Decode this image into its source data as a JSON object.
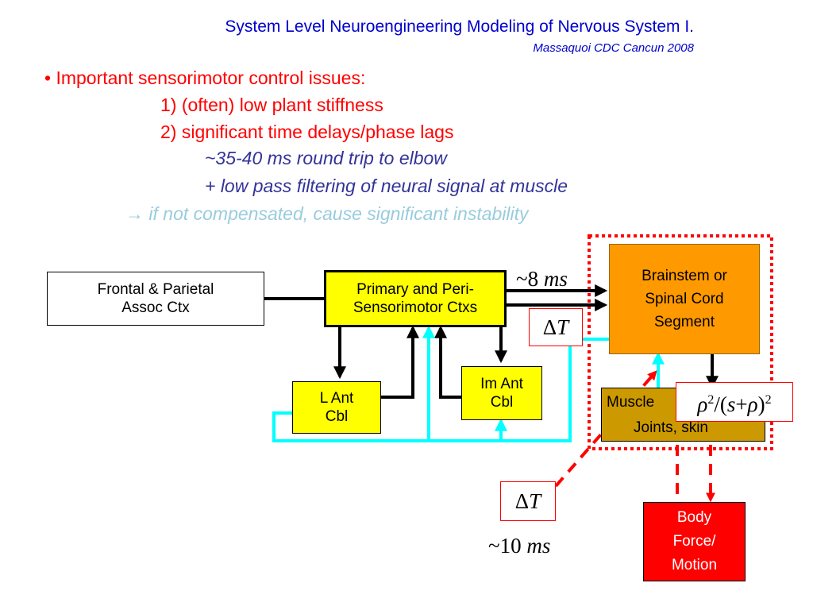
{
  "slide": {
    "title": "System Level Neuroengineering Modeling of Nervous System  I.",
    "subtitle": "Massaquoi   CDC Cancun 2008"
  },
  "bullets": {
    "marker": "•",
    "heading": "Important sensorimotor control issues:",
    "item1": "1) (often) low plant stiffness",
    "item2": "2) significant time delays/phase lags",
    "sub1": "~35-40 ms round trip to elbow",
    "sub2": "+ low pass filtering of neural signal at muscle",
    "conclusion_arrow": "→",
    "conclusion": "if not compensated, cause significant instability"
  },
  "diagram": {
    "frontal_line1": "Frontal & Parietal",
    "frontal_line2": "Assoc Ctx",
    "primary_line1": "Primary and Peri-",
    "primary_line2": "Sensorimotor Ctxs",
    "brainstem_line1": "Brainstem or",
    "brainstem_line2": "Spinal Cord",
    "brainstem_line3": "Segment",
    "lant_line1": "L Ant",
    "lant_line2": "Cbl",
    "imant_line1": "Im Ant",
    "imant_line2": "Cbl",
    "muscle_line1": "Muscle",
    "muscle_line2": "Joints, skin",
    "body_line1": "Body",
    "body_line2": "Force/",
    "body_line3": "Motion",
    "delay_symbol": "Δ",
    "delay_var": "T",
    "delay_top_approx": "~8",
    "delay_top_unit": "ms",
    "delay_bottom_approx": "~10",
    "delay_bottom_unit": "ms",
    "transfer_rho": "ρ",
    "transfer_exp": "2",
    "transfer_mid": "/(",
    "transfer_s": "s",
    "transfer_plus": "+",
    "transfer_close": ")",
    "colors": {
      "yellow": "#ffff00",
      "orange": "#ff9900",
      "muscle": "#cc9900",
      "body": "#ff0000",
      "cyan": "#00ffff",
      "dotted_red": "#ff0000"
    }
  }
}
